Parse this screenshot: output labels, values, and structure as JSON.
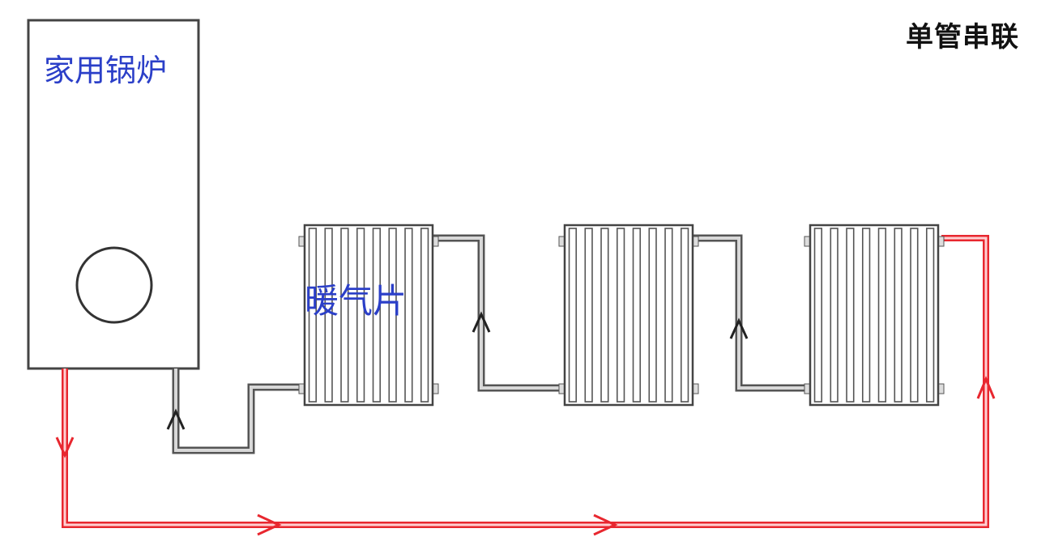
{
  "title": "单管串联",
  "boiler": {
    "label": "家用锅炉"
  },
  "radiator": {
    "label": "暖气片"
  },
  "colors": {
    "hot_pipe": "#e8272f",
    "return_pipe": "#7a7a7a",
    "label": "#2b3fc8",
    "outline": "#444444"
  },
  "radiator_count": 3
}
